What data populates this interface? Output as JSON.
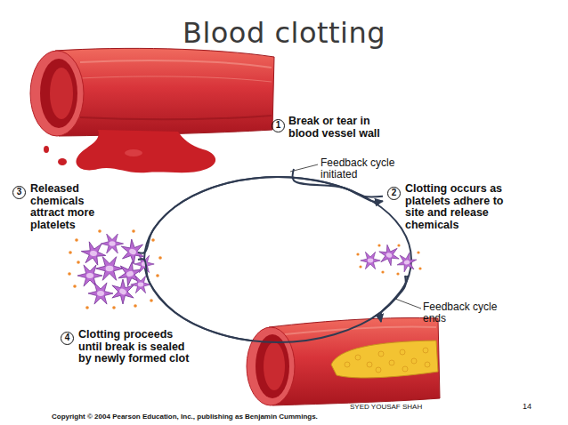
{
  "diagram": {
    "title": "Blood clotting",
    "nodes": [
      {
        "text": [
          "1",
          "Break or tear in blood vessel wall"
        ]
      },
      {
        "text": [
          "2",
          "Clotting occurs as platelets adhere to site and release chemicals"
        ]
      },
      {
        "text": [
          "3",
          "Released chemicals attract more platelets"
        ]
      },
      {
        "text": [
          "4",
          "Clotting proceeds until break is sealed by newly formed clot"
        ]
      }
    ],
    "edges": [
      {
        "from": 0,
        "to": 1,
        "arrow": "to"
      },
      {
        "from": 1,
        "to": 2,
        "arrow": "none"
      },
      {
        "from": 2,
        "to": 1,
        "arrow": "none"
      },
      {
        "from": 1,
        "to": 3,
        "arrow": "to"
      }
    ],
    "labels": [
      "Feedback cycle initiated",
      "Feedback cycle ends",
      "Copyright © 2004 Pearson Education, Inc., publishing as Benjamin Cummings.",
      "SYED YOUSAF SHAH",
      "14"
    ]
  }
}
